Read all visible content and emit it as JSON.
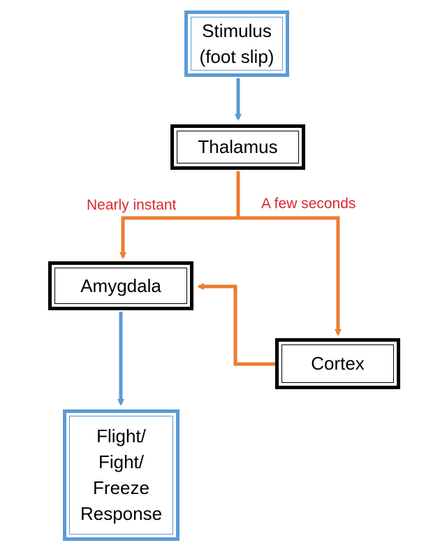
{
  "diagram": {
    "nodes": {
      "stimulus": {
        "text": "Stimulus\n(foot slip)"
      },
      "thalamus": {
        "text": "Thalamus"
      },
      "amygdala": {
        "text": "Amygdala"
      },
      "cortex": {
        "text": "Cortex"
      },
      "response": {
        "text": "Flight/\nFight/\nFreeze\nResponse"
      }
    },
    "edge_labels": {
      "thalamus_to_amygdala": "Nearly instant",
      "thalamus_to_cortex": "A few seconds"
    },
    "edges": [
      {
        "from": "stimulus",
        "to": "thalamus",
        "color": "#5b9bd5"
      },
      {
        "from": "thalamus",
        "to": "amygdala",
        "color": "#ed7d31"
      },
      {
        "from": "thalamus",
        "to": "cortex",
        "color": "#ed7d31"
      },
      {
        "from": "cortex",
        "to": "amygdala",
        "color": "#ed7d31"
      },
      {
        "from": "amygdala",
        "to": "response",
        "color": "#5b9bd5"
      }
    ],
    "colors": {
      "blue": "#5b9bd5",
      "orange": "#ed7d31",
      "label_red": "#d9282f",
      "box_black": "#000000"
    }
  }
}
